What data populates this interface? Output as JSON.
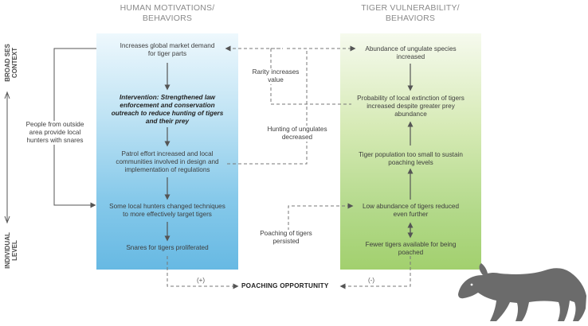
{
  "headers": {
    "left": "HUMAN MOTIVATIONS/\nBEHAVIORS",
    "right": "TIGER VULNERABILITY/\nBEHAVIORS"
  },
  "axis": {
    "top_label": "BROAD SES\nCONTEXT",
    "bottom_label": "INDIVIDUAL\nLEVEL"
  },
  "human_nodes": [
    "Increases global market demand\nfor tiger parts",
    "Intervention: Strengthened law\nenforcement and conservation\noutreach to reduce hunting of tigers\nand their prey",
    "Patrol effort increased and local\ncommunities involved in design and\nimplementation of  regulations",
    "Some local hunters changed techniques\nto more effectively target tigers",
    "Snares for tigers proliferated"
  ],
  "tiger_nodes": [
    "Abundance of ungulate species\nincreased",
    "Probability of local extinction of tigers\nincreased despite greater prey\nabundance",
    "Tiger population too small to sustain\npoaching levels",
    "Low abundance of tigers reduced\neven further",
    "Fewer tigers available for being\npoached"
  ],
  "links": {
    "outside_hunters": "People from outside\narea provide local\nhunters with snares",
    "rarity": "Rarity increases\nvalue",
    "ungulates": "Hunting of ungulates\ndecreased",
    "poaching_persisted": "Poaching of tigers\npersisted"
  },
  "bottom": {
    "label": "POACHING OPPORTUNITY",
    "plus": "(+)",
    "minus": "(-)"
  },
  "colors": {
    "human_panel": "#67b9e3",
    "tiger_panel": "#a2d06e",
    "arrow": "#555555",
    "tiger_silhouette": "#6b6b6b"
  }
}
